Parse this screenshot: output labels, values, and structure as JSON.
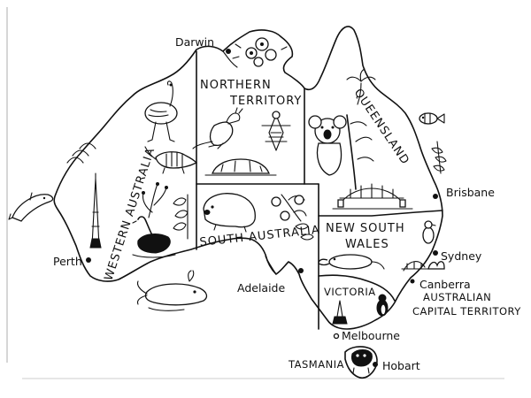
{
  "regions": {
    "northern_territory": [
      "NORTHERN",
      "TERRITORY"
    ],
    "western_australia": "WESTERN AUSTRALIA",
    "south_australia": "SOUTH AUSTRALIA",
    "queensland": "QUEENSLAND",
    "new_south_wales": [
      "NEW SOUTH",
      "WALES"
    ],
    "victoria": "VICTORIA",
    "tasmania": "TASMANIA",
    "act": [
      "AUSTRALIAN",
      "CAPITAL TERRITORY"
    ]
  },
  "cities": {
    "darwin": "Darwin",
    "perth": "Perth",
    "adelaide": "Adelaide",
    "brisbane": "Brisbane",
    "sydney": "Sydney",
    "canberra": "Canberra",
    "melbourne": "Melbourne",
    "hobart": "Hobart"
  },
  "colors": {
    "ink": "#111111",
    "paper": "#ffffff"
  },
  "icons": [
    "emu-icon",
    "kangaroo-icon",
    "numbat-icon",
    "wombat-icon",
    "koala-icon",
    "platypus-icon",
    "whale-icon",
    "dolphin-icon",
    "black-swan-icon",
    "fish-icon",
    "tasmanian-devil-icon",
    "penguin-icon",
    "harbour-bridge-icon",
    "opera-house-icon",
    "uluru-icon",
    "flower-icon",
    "palm-tree-icon",
    "tower-icon"
  ]
}
